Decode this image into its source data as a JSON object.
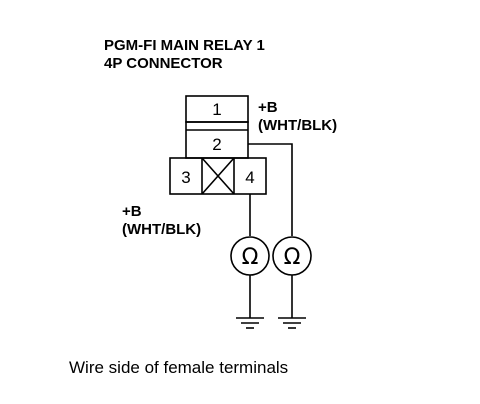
{
  "title": {
    "line1": "PGM-FI MAIN RELAY 1",
    "line2": "4P CONNECTOR"
  },
  "connector": {
    "pins": [
      "1",
      "2",
      "3",
      "4"
    ]
  },
  "labels": {
    "upper_polarity": "+B",
    "upper_wire": "(WHT/BLK)",
    "left_polarity": "+B",
    "left_wire": "(WHT/BLK)"
  },
  "meters": {
    "symbol": "Ω"
  },
  "caption": "Wire side of female terminals"
}
